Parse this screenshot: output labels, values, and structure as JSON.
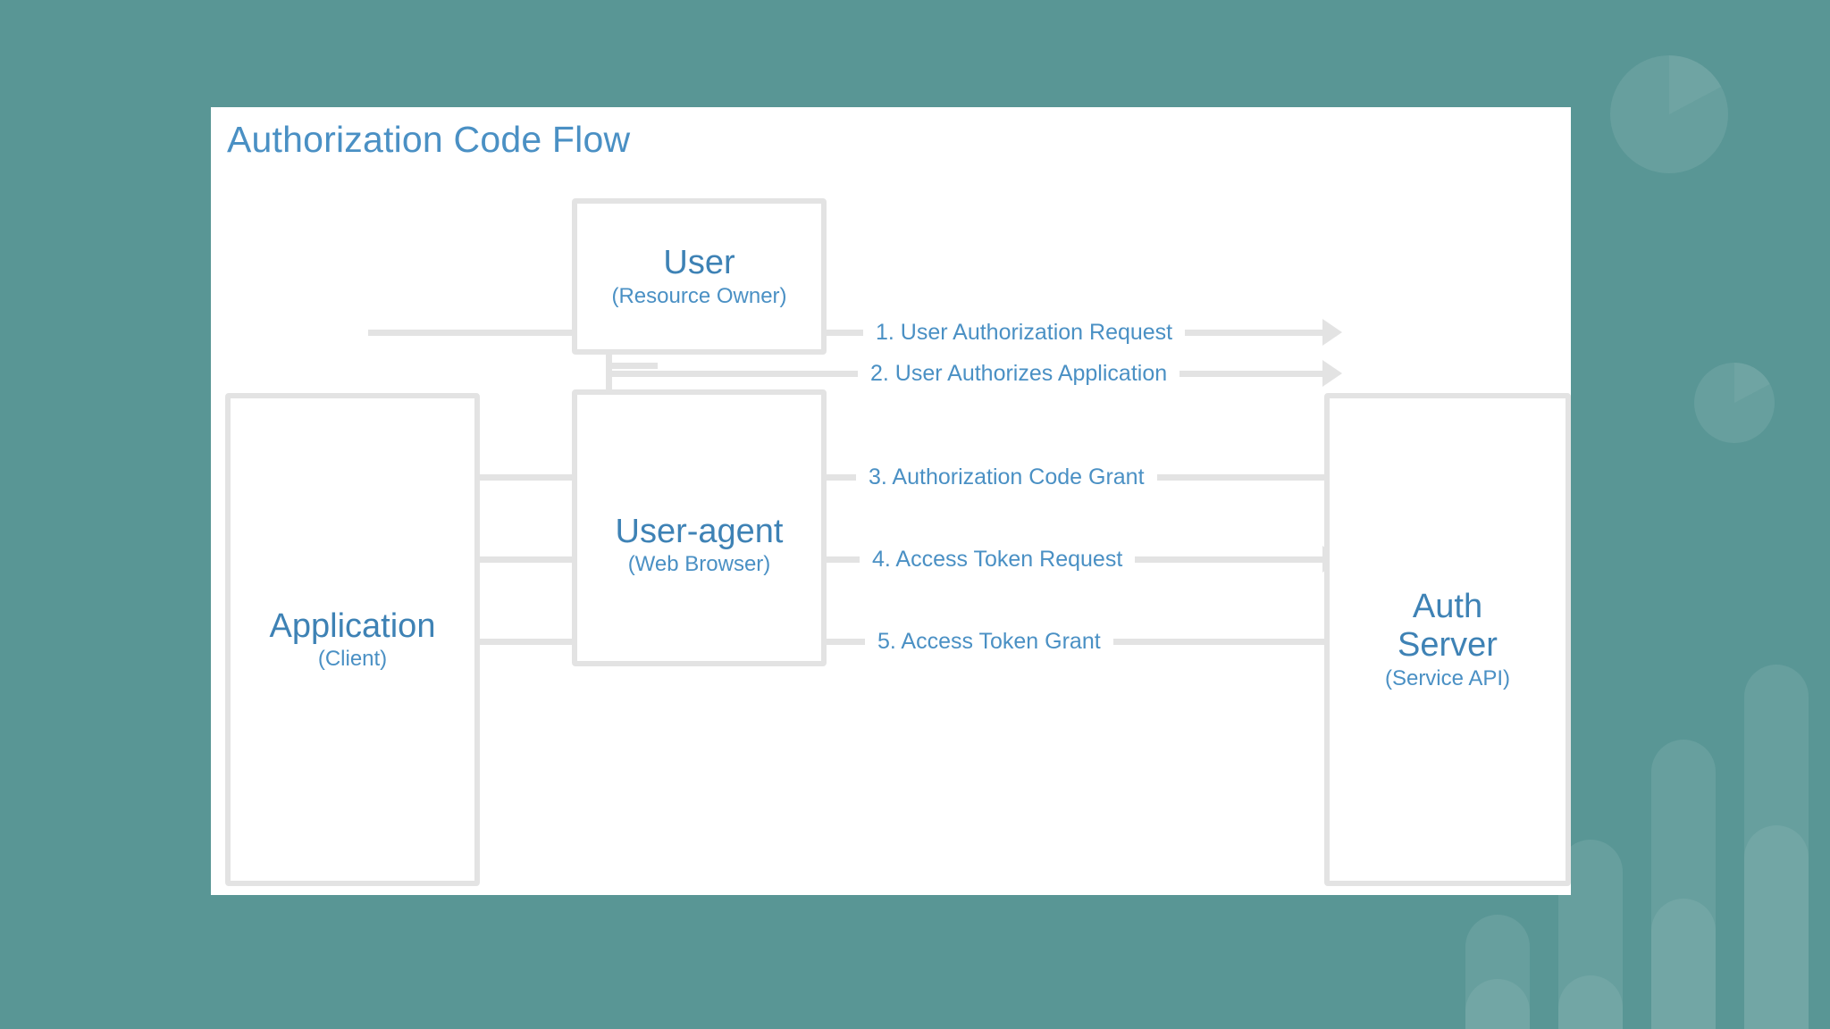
{
  "page": {
    "background_color": "#599695",
    "card_background": "#ffffff",
    "accent_blue": "#4a90c4",
    "line_gray": "#e3e3e3"
  },
  "card": {
    "title": "Authorization Code Flow"
  },
  "actors": [
    {
      "key": "user",
      "title": "User",
      "subtitle": "(Resource Owner)"
    },
    {
      "key": "user_agent",
      "title": "User-agent",
      "subtitle": "(Web Browser)"
    },
    {
      "key": "application",
      "title": "Application",
      "subtitle": "(Client)"
    },
    {
      "key": "auth_server",
      "title": "Auth\nServer",
      "subtitle": "(Service API)"
    }
  ],
  "flows": [
    {
      "number": "1.",
      "label": "1.  User Authorization Request",
      "direction": "right",
      "from": "user",
      "to": "auth_server"
    },
    {
      "number": "2.",
      "label": "2. User Authorizes Application",
      "direction": "right",
      "from": "user",
      "to": "auth_server"
    },
    {
      "number": "3.",
      "label": "3. Authorization Code Grant",
      "direction": "left",
      "from": "auth_server",
      "to": "application"
    },
    {
      "number": "4.",
      "label": "4. Access Token Request",
      "direction": "right",
      "from": "application",
      "to": "auth_server"
    },
    {
      "number": "5.",
      "label": "5. Access Token Grant",
      "direction": "left",
      "from": "auth_server",
      "to": "application"
    }
  ],
  "decorations": {
    "pie_chart_icon": "pie-chart-shape",
    "bar_chart_icon": "bar-chart-shape"
  }
}
